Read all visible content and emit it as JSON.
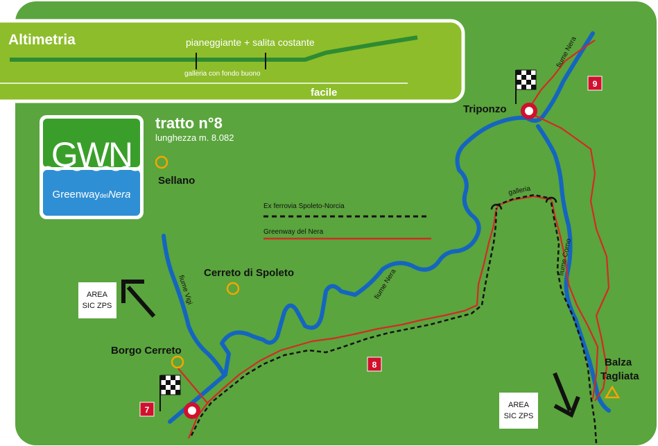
{
  "altimetria": {
    "title": "Altimetria",
    "profile_label": "pianeggiante + salita costante",
    "tunnel_label": "galleria con fondo buono",
    "difficulty": "facile"
  },
  "logo": {
    "text": "GWN",
    "subtitle_part1": "Greenway",
    "subtitle_part2": "del",
    "subtitle_part3": "Nera"
  },
  "section": {
    "title": "tratto n°8",
    "length": "lunghezza m. 8.082"
  },
  "legend": {
    "railway": "Ex ferrovia Spoleto-Norcia",
    "greenway": "Greenway del Nera"
  },
  "places": {
    "sellano": "Sellano",
    "cerreto": "Cerreto di Spoleto",
    "borgo_cerreto": "Borgo Cerreto",
    "triponzo": "Triponzo",
    "balza_line1": "Balza",
    "balza_line2": "Tagliata"
  },
  "rivers": {
    "nera_north": "fiume Nera",
    "nera_middle": "fiume Nera",
    "vigi": "fiume Vigi",
    "corno": "fiume Corno"
  },
  "tunnel": "galleria",
  "areas": {
    "left_line1": "AREA",
    "left_line2": "SIC ZPS",
    "right_line1": "AREA",
    "right_line2": "SIC ZPS"
  },
  "markers": {
    "seven": "7",
    "eight": "8",
    "nine": "9"
  },
  "colors": {
    "map_green": "#5aa53d",
    "panel_green": "#8dbd2b",
    "river_blue": "#1565c0",
    "greenway_red": "#d42a24",
    "town_orange": "#f5a500",
    "marker_red": "#d0102e"
  }
}
